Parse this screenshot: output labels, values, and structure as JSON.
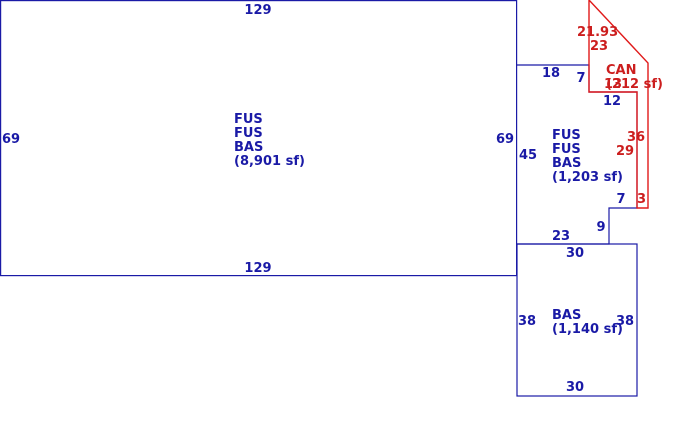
{
  "colors": {
    "building": "#1a1aa6",
    "canopy": "#cc1e1e",
    "canopy_line": "#e01a1a",
    "background": "#ffffff"
  },
  "main": {
    "top": "129",
    "bottom": "129",
    "left": "69",
    "right": "69",
    "label": [
      "FUS",
      "FUS",
      "BAS",
      "(8,901 sf)"
    ]
  },
  "middle": {
    "top": "18",
    "notch_top": "7",
    "notch_bottom": "12",
    "left": "45",
    "right_step": "7",
    "right_lower": "9",
    "bottom": "23",
    "label": [
      "FUS",
      "FUS",
      "BAS",
      "(1,203 sf)"
    ]
  },
  "lower": {
    "top": "30",
    "bottom": "30",
    "left": "38",
    "right": "38",
    "label": [
      "BAS",
      "(1,140 sf)"
    ]
  },
  "canopy": {
    "diagonal": "21.93",
    "top_segment": "23",
    "left_segment": "13",
    "outer": "36",
    "inner": "29",
    "bottom": "3",
    "label": [
      "CAN",
      "(212 sf)"
    ]
  }
}
